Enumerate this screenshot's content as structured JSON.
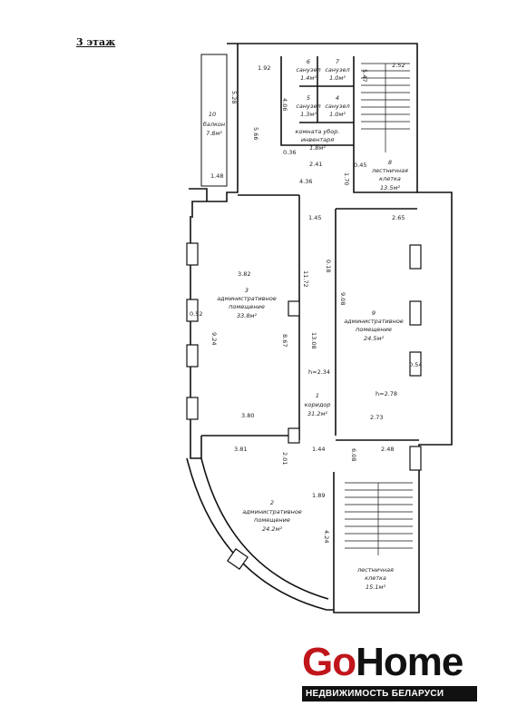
{
  "floor_title": "3 этаж",
  "rooms": [
    {
      "id": "r1",
      "number": "1",
      "name": "коридор",
      "area": "31.2м²"
    },
    {
      "id": "r2",
      "number": "2",
      "name_lines": [
        "административное",
        "помещение"
      ],
      "area": "24.2м²"
    },
    {
      "id": "r3",
      "number": "3",
      "name_lines": [
        "административное",
        "помещение"
      ],
      "area": "33.8м²"
    },
    {
      "id": "r4",
      "number": "4",
      "name": "санузел",
      "area": "1.0м²"
    },
    {
      "id": "r5",
      "number": "5",
      "name": "санузел",
      "area": "1.3м²"
    },
    {
      "id": "r6",
      "number": "6",
      "name": "санузел",
      "area": "1.4м²"
    },
    {
      "id": "r7",
      "number": "7",
      "name": "санузел",
      "area": "1.0м²"
    },
    {
      "id": "r8",
      "number": "8",
      "name_lines": [
        "лестничная",
        "клетка"
      ],
      "area": "13.5м²"
    },
    {
      "id": "r9",
      "number": "9",
      "name_lines": [
        "административное",
        "помещение"
      ],
      "area": "24.5м²"
    },
    {
      "id": "r10",
      "number": "10",
      "name": "балкон",
      "area": "7.8м²"
    },
    {
      "id": "rc",
      "name_lines": [
        "комната убор.",
        "инвентаря"
      ],
      "area": "1.8м²"
    },
    {
      "id": "rs",
      "name_lines": [
        "лестничная",
        "клетка"
      ],
      "area": "15.1м²"
    }
  ],
  "heights": [
    "h=2.34",
    "h=2.78"
  ],
  "dimensions": [
    "1.92",
    "5.28",
    "5.66",
    "4.06",
    "0.36",
    "2.52",
    "5.47",
    "2.41",
    "1.70",
    "0.45",
    "1.48",
    "4.36",
    "1.45",
    "2.65",
    "3.82",
    "0.18",
    "11.72",
    "9.08",
    "0.52",
    "9.24",
    "8.67",
    "13.08",
    "0.54",
    "3.80",
    "2.73",
    "3.81",
    "2.01",
    "1.44",
    "6.08",
    "2.48",
    "1.89",
    "4.24"
  ],
  "logo": {
    "part1": "Go",
    "part2": "Home",
    "tagline": "НЕДВИЖИМОСТЬ БЕЛАРУСИ",
    "color_primary": "#c0161b",
    "color_secondary": "#111111"
  }
}
